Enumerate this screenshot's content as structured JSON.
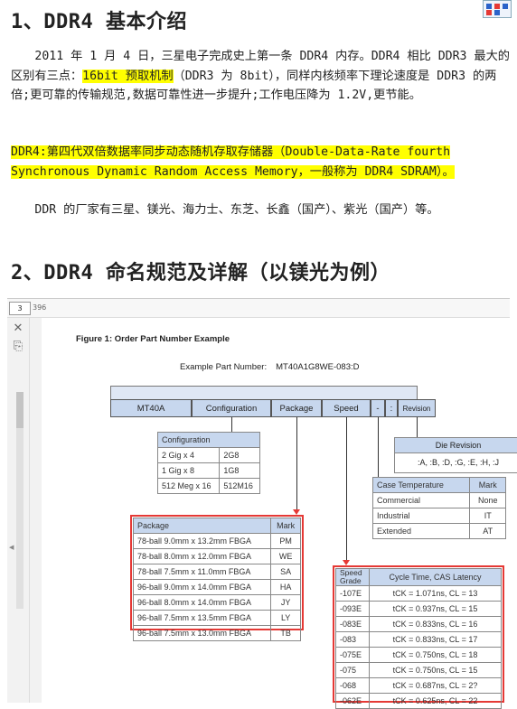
{
  "section1": {
    "title": "1、DDR4 基本介绍",
    "para1_a": "　　2011 年 1 月 4 日，三星电子完成史上第一条 DDR4 内存。DDR4 相比 DDR3 最大的区别有三点：",
    "para1_hl": "16bit 预取机制",
    "para1_b": "（DDR3 为 8bit），同样内核频率下理论速度是 DDR3 的两倍;更可靠的传输规范,数据可靠性进一步提升;工作电压降为 1.2V,更节能。",
    "para2": "DDR4:第四代双倍数据率同步动态随机存取存储器（Double-Data-Rate fourth Synchronous Dynamic Random Access Memory，一般称为 DDR4 SDRAM）。",
    "para3": "　　DDR 的厂家有三星、镁光、海力士、东芝、长鑫（国产）、紫光（国产）等。"
  },
  "section2": {
    "title": "2、DDR4 命名规范及详解（以镁光为例）"
  },
  "viewer": {
    "page_number": "3",
    "page_total": "396",
    "figure_title": "Figure 1: Order Part Number Example",
    "example_label": "Example Part Number:",
    "example_value": "MT40A1G8WE-083:D",
    "bar": {
      "mt40a": "MT40A",
      "configuration": "Configuration",
      "package": "Package",
      "speed": "Speed",
      "revision": "Revision",
      "colon": ":",
      "dash": "-"
    },
    "configuration_table": {
      "header": "Configuration",
      "rows": [
        [
          "2 Gig x 4",
          "2G8"
        ],
        [
          "1 Gig x 8",
          "1G8"
        ],
        [
          "512 Meg x 16",
          "512M16"
        ]
      ]
    },
    "die_revision": {
      "header": "Die Revision",
      "values": ":A, :B, :D, :G, :E, :H, :J"
    },
    "case_temperature": {
      "header": [
        "Case Temperature",
        "Mark"
      ],
      "rows": [
        [
          "Commercial",
          "None"
        ],
        [
          "Industrial",
          "IT"
        ],
        [
          "Extended",
          "AT"
        ]
      ]
    },
    "package_table": {
      "header": [
        "Package",
        "Mark"
      ],
      "rows": [
        [
          "78-ball 9.0mm x 13.2mm FBGA",
          "PM"
        ],
        [
          "78-ball 8.0mm x 12.0mm FBGA",
          "WE"
        ],
        [
          "78-ball 7.5mm x 11.0mm FBGA",
          "SA"
        ],
        [
          "96-ball 9.0mm x 14.0mm FBGA",
          "HA"
        ],
        [
          "96-ball 8.0mm x 14.0mm FBGA",
          "JY"
        ],
        [
          "96-ball 7.5mm x 13.5mm FBGA",
          "LY"
        ],
        [
          "96-ball 7.5mm x 13.0mm FBGA",
          "TB"
        ]
      ]
    },
    "speed_table": {
      "header": [
        "Speed Grade",
        "Cycle Time, CAS Latency"
      ],
      "rows": [
        [
          "-107E",
          "tCK = 1.071ns, CL = 13"
        ],
        [
          "-093E",
          "tCK = 0.937ns, CL = 15"
        ],
        [
          "-083E",
          "tCK = 0.833ns, CL = 16"
        ],
        [
          "-083",
          "tCK = 0.833ns, CL = 17"
        ],
        [
          "-075E",
          "tCK = 0.750ns, CL = 18"
        ],
        [
          "-075",
          "tCK = 0.750ns, CL = 15"
        ],
        [
          "-068",
          "tCK = 0.687ns, CL = 2?"
        ],
        [
          "-062E",
          "tCK = 0.625ns, CL = 22"
        ]
      ]
    }
  }
}
